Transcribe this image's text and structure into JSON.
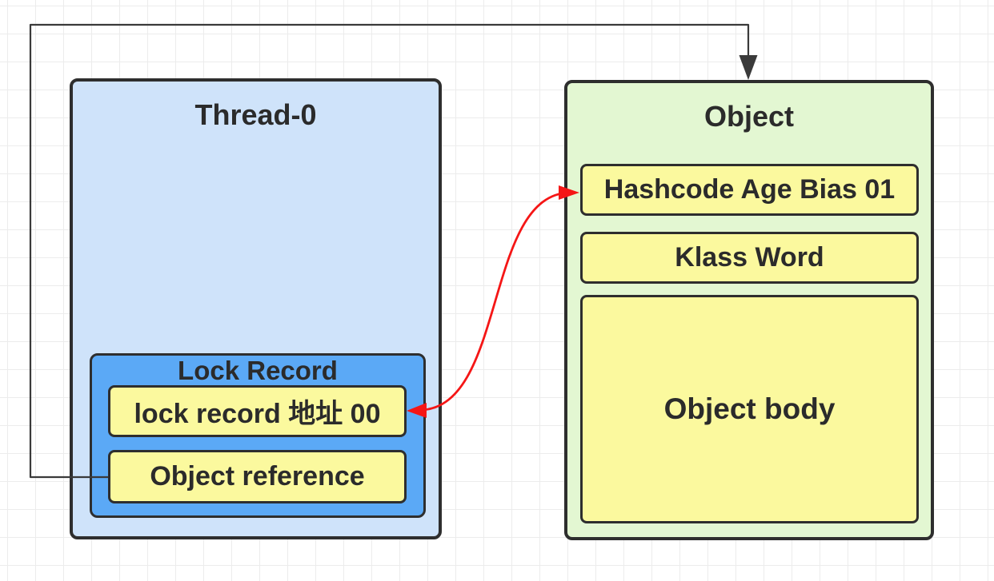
{
  "diagram": {
    "thread": {
      "title": "Thread-0",
      "lock_record": {
        "title": "Lock Record",
        "cells": [
          "lock record 地址 00",
          "Object reference"
        ]
      }
    },
    "object": {
      "title": "Object",
      "cells": [
        "Hashcode Age Bias 01",
        "Klass Word",
        "Object body"
      ]
    },
    "connectors": [
      {
        "from": "Object reference",
        "to": "Object (top)",
        "style": "orthogonal",
        "color": "#3a3a3a",
        "arrowheads": "end"
      },
      {
        "from": "lock record 地址 00",
        "to": "Hashcode Age Bias 01",
        "style": "curved",
        "color": "#f51616",
        "arrowheads": "both"
      }
    ]
  },
  "colors": {
    "thread_fill": "#cfe3fa",
    "lock_fill": "#5ba9f6",
    "object_fill": "#e3f7d2",
    "cell_fill": "#fbf99e",
    "border": "#2e2e2e",
    "line": "#3a3a3a",
    "red": "#f51616",
    "grid": "#ececec",
    "text": "#2b2b2b"
  }
}
